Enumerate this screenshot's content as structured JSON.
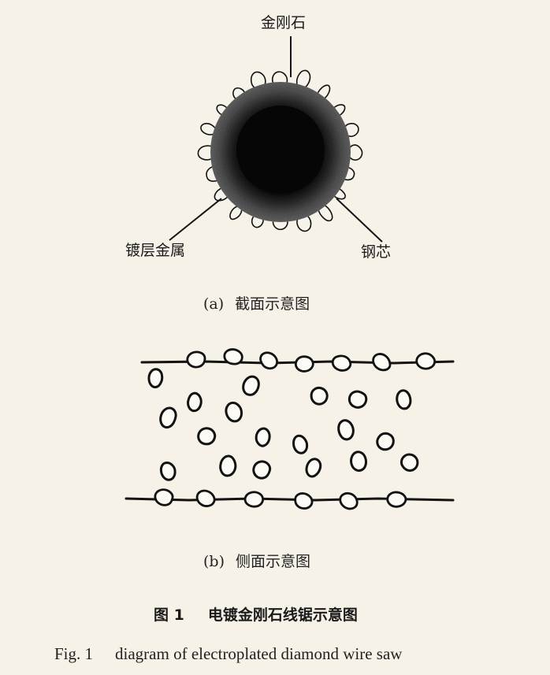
{
  "labels": {
    "diamond": "金刚石",
    "plating_metal": "镀层金属",
    "steel_core": "钢芯"
  },
  "subfigures": {
    "a": {
      "tag": "(a)",
      "title": "截面示意图"
    },
    "b": {
      "tag": "(b)",
      "title": "侧面示意图"
    }
  },
  "caption": {
    "cn_number": "图 1",
    "cn_title": "电镀金刚石线锯示意图",
    "en_number": "Fig. 1",
    "en_title": "diagram of electroplated diamond wire saw"
  },
  "colors": {
    "background": "#f6f2e7",
    "ink": "#141414",
    "core": "#0b0b0b",
    "plating": "#4a4a4a",
    "grain_fill": "#fbfaf4"
  }
}
